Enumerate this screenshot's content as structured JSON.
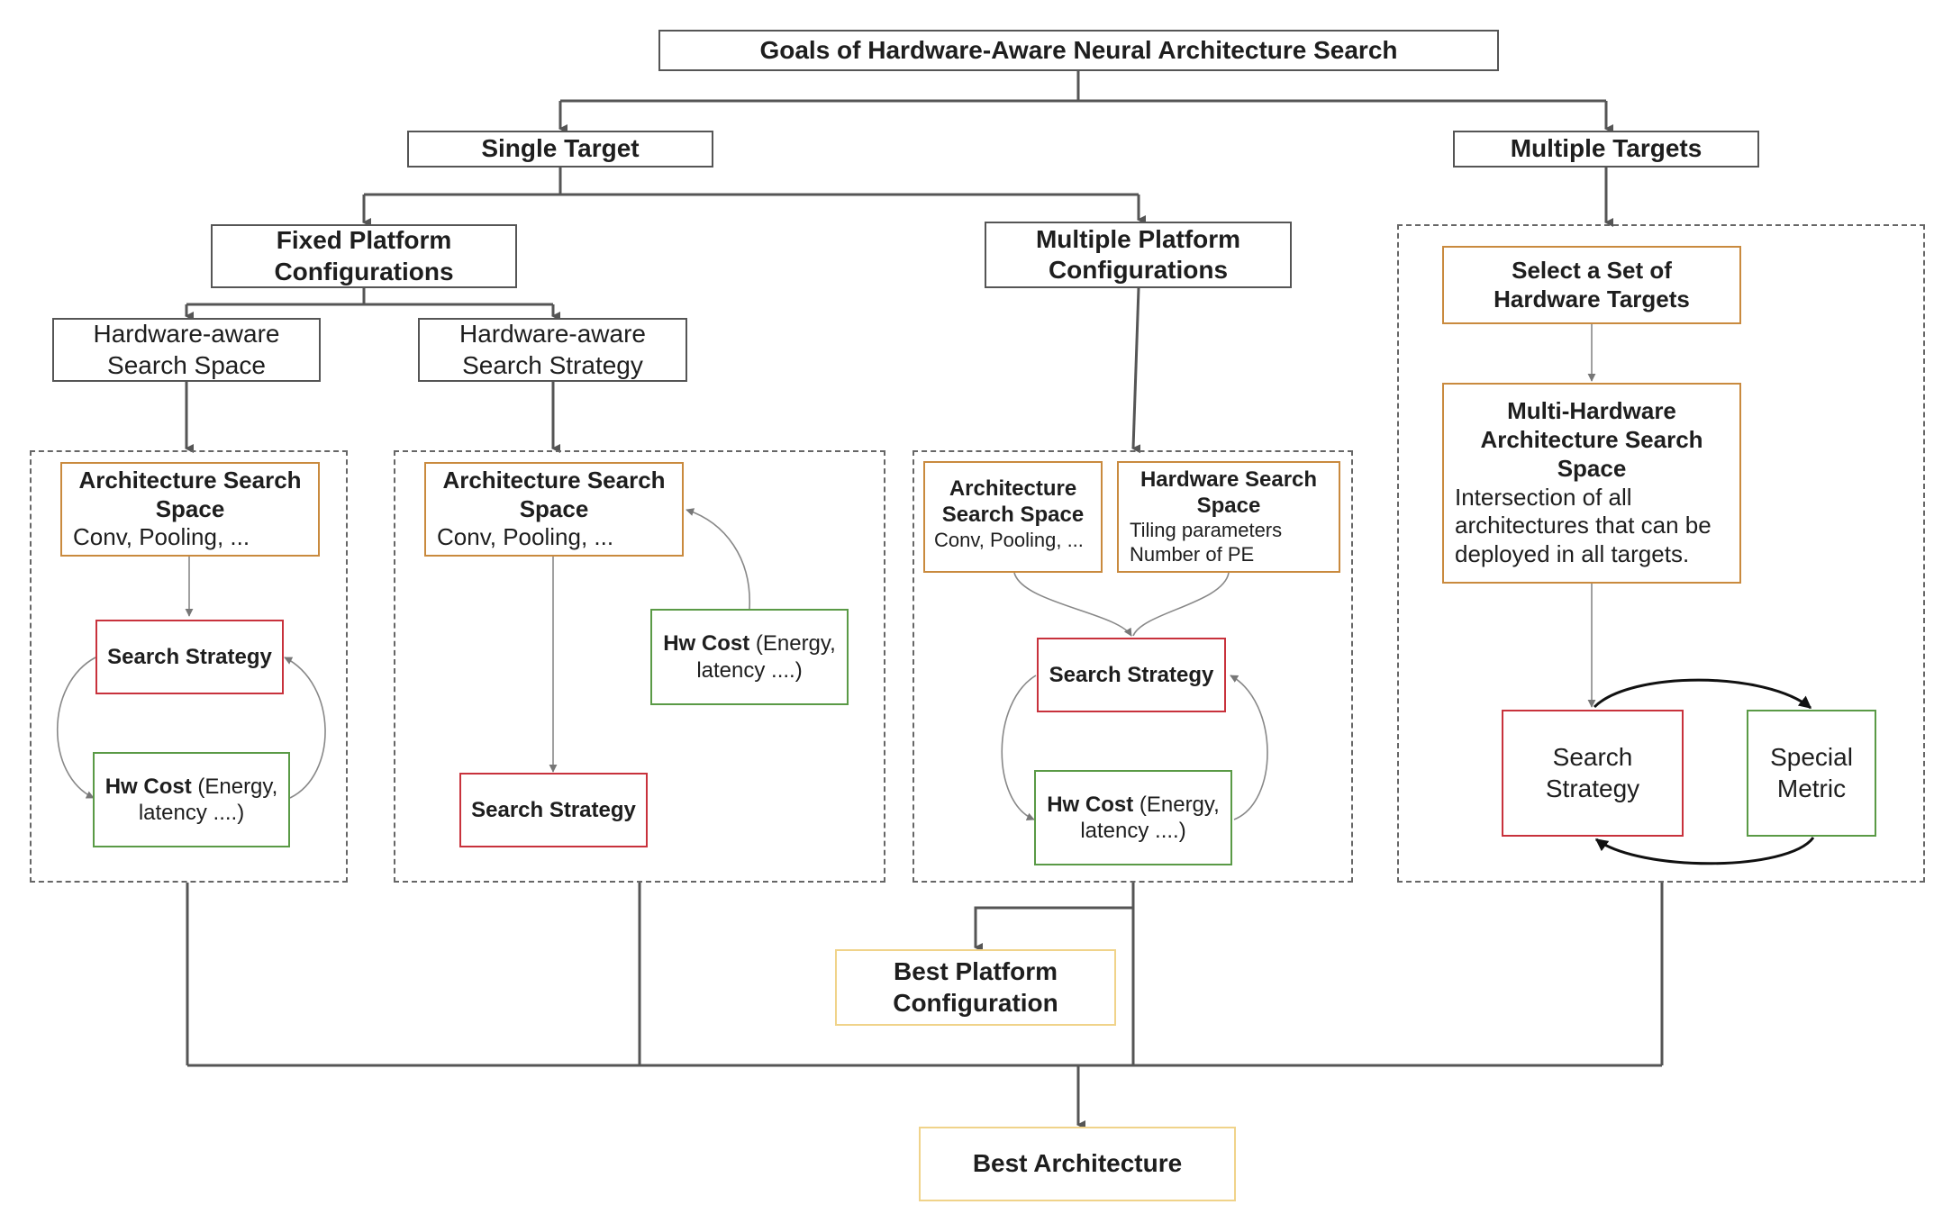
{
  "diagram": {
    "root": {
      "label": "Goals of Hardware-Aware Neural Architecture Search"
    },
    "single_target": {
      "label": "Single Target"
    },
    "multiple_targets": {
      "label": "Multiple Targets"
    },
    "fixed_platform": {
      "line1": "Fixed Platform",
      "line2": "Configurations"
    },
    "multiple_platform": {
      "line1": "Multiple Platform",
      "line2": "Configurations"
    },
    "hw_search_space": {
      "line1": "Hardware-aware",
      "line2": "Search Space"
    },
    "hw_search_strategy": {
      "line1": "Hardware-aware",
      "line2": "Search Strategy"
    },
    "panel_search_space": {
      "arch_space": {
        "line1": "Architecture Search",
        "line2": "Space",
        "detail": "Conv, Pooling, ..."
      },
      "search_strategy": {
        "label": "Search Strategy"
      },
      "hw_cost": {
        "bold": "Hw Cost",
        "rest1": " (Energy,",
        "rest2": "latency ....)"
      }
    },
    "panel_search_strategy": {
      "arch_space": {
        "line1": "Architecture Search",
        "line2": "Space",
        "detail": "Conv, Pooling, ..."
      },
      "hw_cost": {
        "bold": "Hw Cost",
        "rest1": " (Energy,",
        "rest2": "latency ....)"
      },
      "search_strategy": {
        "label": "Search Strategy"
      }
    },
    "panel_multi_platform": {
      "arch_space": {
        "line1": "Architecture",
        "line2": "Search Space",
        "detail": "Conv, Pooling, ..."
      },
      "hw_space": {
        "line1": "Hardware Search",
        "line2": "Space",
        "detail1": "Tiling parameters",
        "detail2": "Number of PE"
      },
      "search_strategy": {
        "label": "Search Strategy"
      },
      "hw_cost": {
        "bold": "Hw Cost",
        "rest1": " (Energy,",
        "rest2": "latency ....)"
      }
    },
    "panel_multi_target": {
      "select_targets": {
        "line1": "Select a Set of",
        "line2": "Hardware Targets"
      },
      "multi_hw_space": {
        "line1": "Multi-Hardware",
        "line2": "Architecture Search",
        "line3": "Space",
        "detail1": "Intersection of all",
        "detail2": "architectures that can be",
        "detail3": "deployed in all targets."
      },
      "search_strategy": {
        "line1": "Search",
        "line2": "Strategy"
      },
      "special_metric": {
        "line1": "Special",
        "line2": "Metric"
      }
    },
    "best_platform": {
      "line1": "Best Platform",
      "line2": "Configuration"
    },
    "best_architecture": {
      "label": "Best Architecture"
    }
  },
  "colors": {
    "dark_border": "#555555",
    "arch_space_border": "#c98a3e",
    "search_strategy_border": "#c8323c",
    "hw_cost_border": "#5a9a46",
    "result_border": "#f0d38a"
  }
}
